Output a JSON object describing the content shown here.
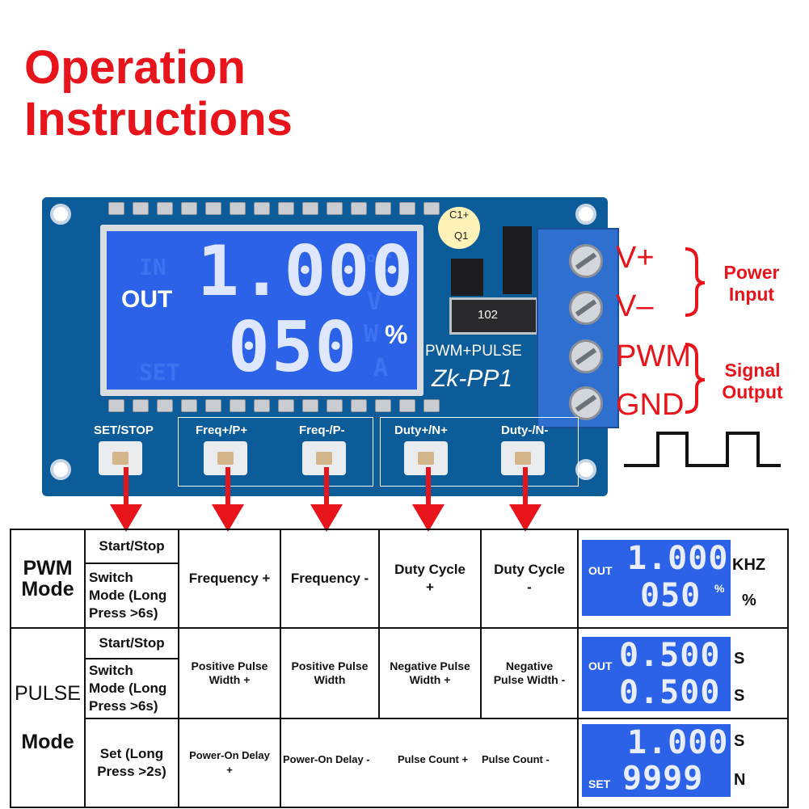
{
  "title": {
    "line1": "Operation",
    "line2": "Instructions"
  },
  "lcd": {
    "out_label": "OUT",
    "value_top": "1.000",
    "value_bottom": "050",
    "unit_percent": "%",
    "ghost_in": "IN",
    "ghost_set": "SET",
    "ghost_c": "°C",
    "ghost_v": "V",
    "ghost_a": "A",
    "ghost_w": "W"
  },
  "pcb": {
    "model_line1": "PWM+PULSE",
    "model_line2": "Zk-PP1",
    "c1": "C1+",
    "q1": "Q1",
    "resistor": "102",
    "buttons": [
      "SET/STOP",
      "Freq+/P+",
      "Freq-/P-",
      "Duty+/N+",
      "Duty-/N-"
    ]
  },
  "terminals": [
    "V+",
    "V–",
    "PWM",
    "GND"
  ],
  "groups": {
    "power": "Power\nInput",
    "signal": "Signal\nOutput"
  },
  "table": {
    "pwm_mode": "PWM\nMode",
    "pulse_mode_1": "PULSE",
    "pulse_mode_2": "Mode",
    "start_stop": "Start/Stop",
    "switch_mode": "Switch\nMode (Long\nPress >6s)",
    "set_long": "Set (Long\nPress >2s)",
    "pwm_row": [
      "Frequency +",
      "Frequency -",
      "Duty Cycle\n+",
      "Duty Cycle\n-"
    ],
    "pulse_row": [
      "Positive Pulse\nWidth +",
      "Positive Pulse\nWidth",
      "Negative Pulse\nWidth +",
      "Negative\nPulse Width -"
    ],
    "set_row": [
      "Power-On Delay\n+",
      "Power-On Delay -",
      "Pulse Count +",
      "Pulse Count -"
    ],
    "displays": [
      {
        "label": "OUT",
        "top": "1.000",
        "bottom": "050",
        "suffix": "%",
        "unit_top": "KHZ",
        "unit_bottom": "%"
      },
      {
        "label": "OUT",
        "top": "0.500",
        "bottom": "0.500",
        "suffix": "",
        "unit_top": "S",
        "unit_bottom": "S"
      },
      {
        "label": "SET",
        "top": "1.000",
        "bottom": "9999",
        "suffix": "",
        "unit_top": "S",
        "unit_bottom": "N"
      }
    ]
  },
  "colors": {
    "accent": "#e8141b",
    "pcb": "#0d5c9a",
    "lcd": "#2b62e8"
  }
}
